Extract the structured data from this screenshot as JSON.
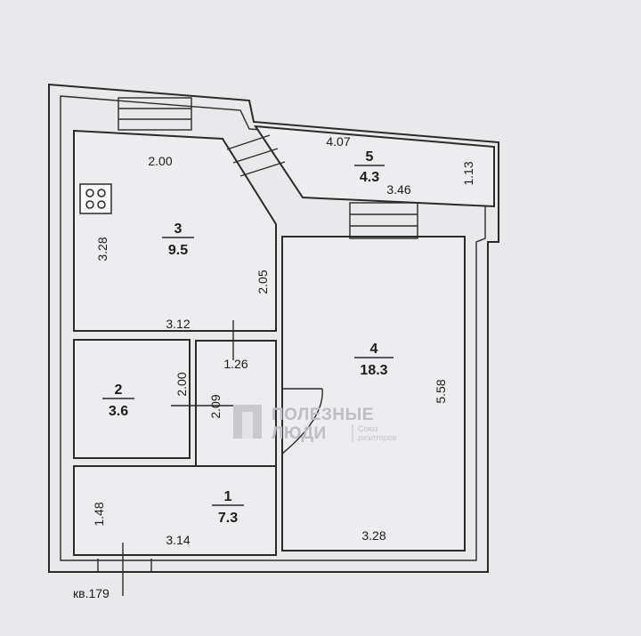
{
  "plan": {
    "rooms": [
      {
        "id": "1",
        "number": "1",
        "area": "7.3"
      },
      {
        "id": "2",
        "number": "2",
        "area": "3.6"
      },
      {
        "id": "3",
        "number": "3",
        "area": "9.5"
      },
      {
        "id": "4",
        "number": "4",
        "area": "18.3"
      },
      {
        "id": "5",
        "number": "5",
        "area": "4.3"
      }
    ],
    "dimensions": {
      "kitchen_top": "2.00",
      "kitchen_left": "3.28",
      "kitchen_right": "2.05",
      "kitchen_bottom": "3.12",
      "balcony_top": "4.07",
      "balcony_bottom": "3.46",
      "balcony_right": "1.13",
      "hall_width": "1.26",
      "hall_height": "2.09",
      "bath_height": "2.00",
      "room_height": "5.58",
      "room_width": "3.28",
      "entry_height": "1.48",
      "entry_width": "3.14"
    },
    "apartment_label": "кв.179"
  },
  "watermark": {
    "line1": "ПОЛЕЗНЫЕ",
    "line2": "ЛЮДИ",
    "sub1": "Союз",
    "sub2": "риэлторов",
    "color": "#bdbdc2"
  }
}
